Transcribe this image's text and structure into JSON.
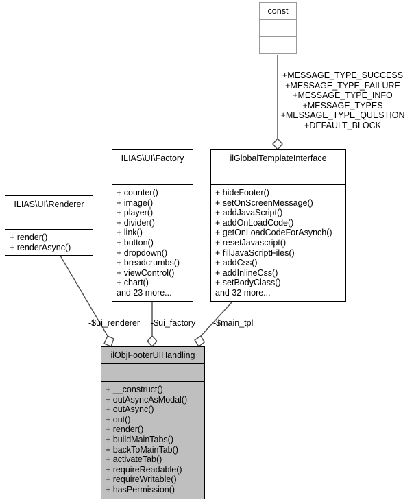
{
  "diagram": {
    "kind": "uml-class-diagram",
    "colors": {
      "background": "#ffffff",
      "box_fill": "#ffffff",
      "box_border": "#000000",
      "note_border": "#9a9a9a",
      "focus_fill": "#bfbfbf",
      "edge_stroke": "#4d4d4d",
      "text": "#000000"
    }
  },
  "classes": {
    "const_note": {
      "name": "const",
      "attributes": [],
      "operations": []
    },
    "ui_factory": {
      "name": "ILIAS\\UI\\Factory",
      "attributes": [],
      "operations": [
        "+ counter()",
        "+ image()",
        "+ player()",
        "+ divider()",
        "+ link()",
        "+ button()",
        "+ dropdown()",
        "+ breadcrumbs()",
        "+ viewControl()",
        "+ chart()",
        "and 23 more..."
      ]
    },
    "global_template_interface": {
      "name": "ilGlobalTemplateInterface",
      "attributes": [],
      "operations": [
        "+ hideFooter()",
        "+ setOnScreenMessage()",
        "+ addJavaScript()",
        "+ addOnLoadCode()",
        "+ getOnLoadCodeForAsynch()",
        "+ resetJavascript()",
        "+ fillJavaScriptFiles()",
        "+ addCss()",
        "+ addInlineCss()",
        "+ setBodyClass()",
        "and 32 more..."
      ]
    },
    "ui_renderer": {
      "name": "ILIAS\\UI\\Renderer",
      "attributes": [],
      "operations": [
        "+ render()",
        "+ renderAsync()"
      ]
    },
    "main_class": {
      "name": "ilObjFooterUIHandling",
      "attributes": [],
      "operations": [
        "+ __construct()",
        "+ outAsyncAsModal()",
        "+ outAsync()",
        "+ out()",
        "+ render()",
        "+ buildMainTabs()",
        "+ backToMainTab()",
        "+ activateTab()",
        "+ requireReadable()",
        "+ requireWritable()",
        "+ hasPermission()"
      ]
    }
  },
  "edges": {
    "const_to_global_tpl": {
      "label_lines": [
        "+MESSAGE_TYPE_SUCCESS",
        "+MESSAGE_TYPE_FAILURE",
        "+MESSAGE_TYPE_INFO",
        "+MESSAGE_TYPES",
        "+MESSAGE_TYPE_QUESTION",
        "+DEFAULT_BLOCK"
      ],
      "label": "+MESSAGE_TYPE_SUCCESS\n+MESSAGE_TYPE_FAILURE\n+MESSAGE_TYPE_INFO\n+MESSAGE_TYPES\n+MESSAGE_TYPE_QUESTION\n+DEFAULT_BLOCK",
      "type": "aggregation"
    },
    "renderer_to_main": {
      "label": "-$ui_renderer",
      "type": "aggregation"
    },
    "factory_to_main": {
      "label": "-$ui_factory",
      "type": "aggregation"
    },
    "global_tpl_to_main": {
      "label": "-$main_tpl",
      "type": "aggregation"
    }
  }
}
